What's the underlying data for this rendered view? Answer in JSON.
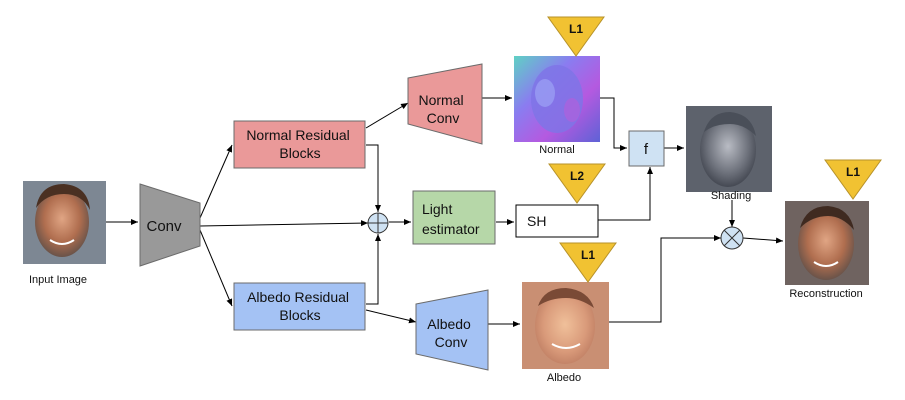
{
  "labels": {
    "input_image": "Input Image",
    "conv": "Conv",
    "normal_residual": [
      "Normal Residual",
      "Blocks"
    ],
    "albedo_residual": [
      "Albedo Residual",
      "Blocks"
    ],
    "normal_conv": [
      "Normal",
      "Conv"
    ],
    "albedo_conv": [
      "Albedo",
      "Conv"
    ],
    "light_estimator": [
      "Light",
      "estimator"
    ],
    "sh": "SH",
    "f": "f",
    "normal": "Normal",
    "albedo": "Albedo",
    "shading": "Shading",
    "reconstruction": "Reconstruction"
  },
  "losses": {
    "normal": "L1",
    "light": "L2",
    "albedo": "L1",
    "reconstruction": "L1"
  },
  "colors": {
    "normal_block": "#ea9999",
    "albedo_block": "#a4c2f4",
    "light_block": "#b6d7a8",
    "f_block": "#cfe2f3",
    "conv_block": "#999999",
    "loss_triangle": "#f1c232"
  }
}
